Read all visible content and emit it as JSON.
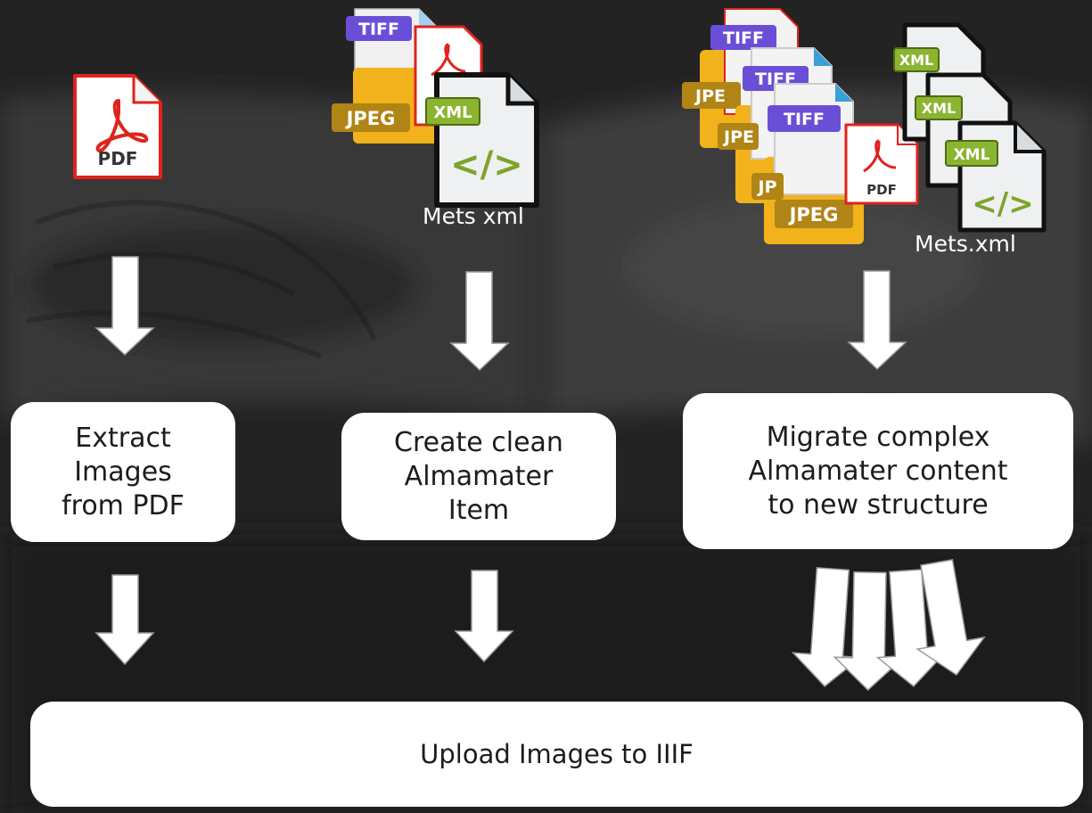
{
  "steps": {
    "extract": "Extract\nImages\nfrom PDF",
    "create": "Create clean\nAlmamater\nItem",
    "migrate": "Migrate complex\nAlmamater content\nto new structure",
    "upload": "Upload Images to IIIF"
  },
  "captions": {
    "mets_single": "Mets xml",
    "mets_multi": "Mets.xml"
  },
  "file_labels": {
    "pdf": "PDF",
    "tiff": "TIFF",
    "jpeg": "JPEG",
    "jpeg_cut": "JPE",
    "jp_cut": "JP",
    "xml": "XML",
    "code": "</>"
  },
  "colors": {
    "background": "#262626",
    "pdf_red": "#e0231c",
    "tiff_purple": "#6a4fd6",
    "jpeg_gold": "#f2b21c",
    "xml_green": "#8bb531",
    "box_fill": "#ffffff"
  },
  "icons": [
    "pdf-file-icon",
    "tiff-file-icon",
    "jpeg-file-icon",
    "xml-file-icon",
    "down-arrow"
  ]
}
